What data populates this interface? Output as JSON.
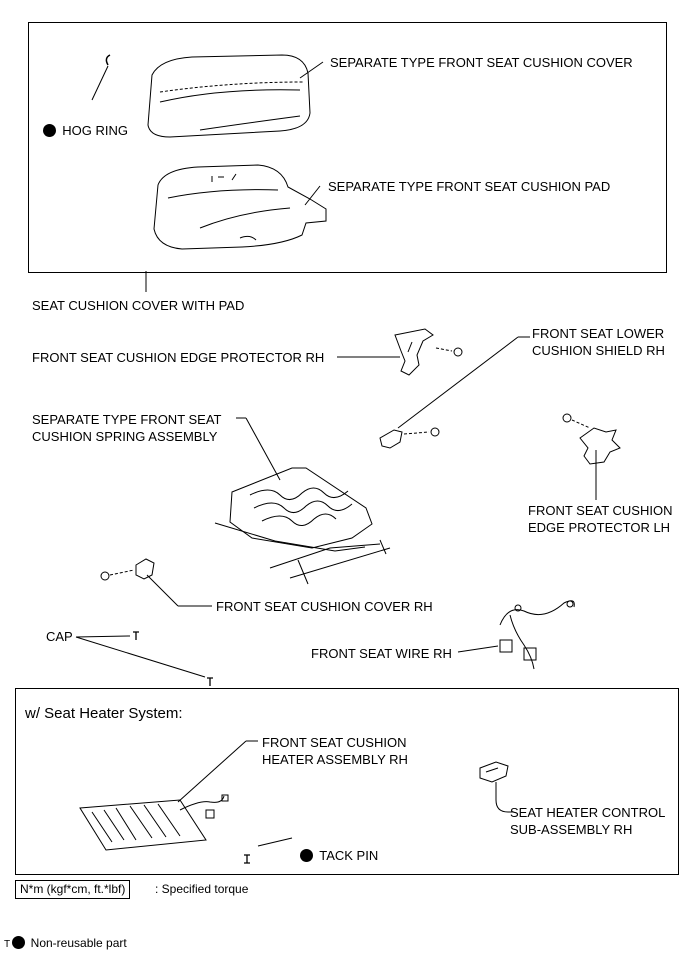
{
  "labels": {
    "cushion_cover": "SEPARATE TYPE FRONT SEAT CUSHION COVER",
    "hog_ring": "HOG RING",
    "cushion_pad": "SEPARATE TYPE FRONT SEAT CUSHION PAD",
    "cover_with_pad": "SEAT CUSHION COVER WITH PAD",
    "lower_shield": "FRONT SEAT LOWER\nCUSHION SHIELD RH",
    "edge_protector_rh": "FRONT SEAT CUSHION EDGE PROTECTOR RH",
    "spring_assembly": "SEPARATE TYPE FRONT SEAT\nCUSHION SPRING ASSEMBLY",
    "edge_protector_lh": "FRONT SEAT CUSHION\nEDGE PROTECTOR LH",
    "cover_rh": "FRONT SEAT CUSHION COVER RH",
    "cap": "CAP",
    "wire_rh": "FRONT SEAT WIRE RH",
    "heater_section": "w/ Seat Heater System:",
    "heater_assembly": "FRONT SEAT CUSHION\nHEATER ASSEMBLY RH",
    "heater_control": "SEAT HEATER CONTROL\nSUB-ASSEMBLY RH",
    "tack_pin": "TACK PIN"
  },
  "legend": {
    "torque_box": "N*m (kgf*cm, ft.*lbf)",
    "torque_text": ": Specified torque",
    "nonreusable": "Non-reusable part"
  },
  "footer_mark": "T"
}
